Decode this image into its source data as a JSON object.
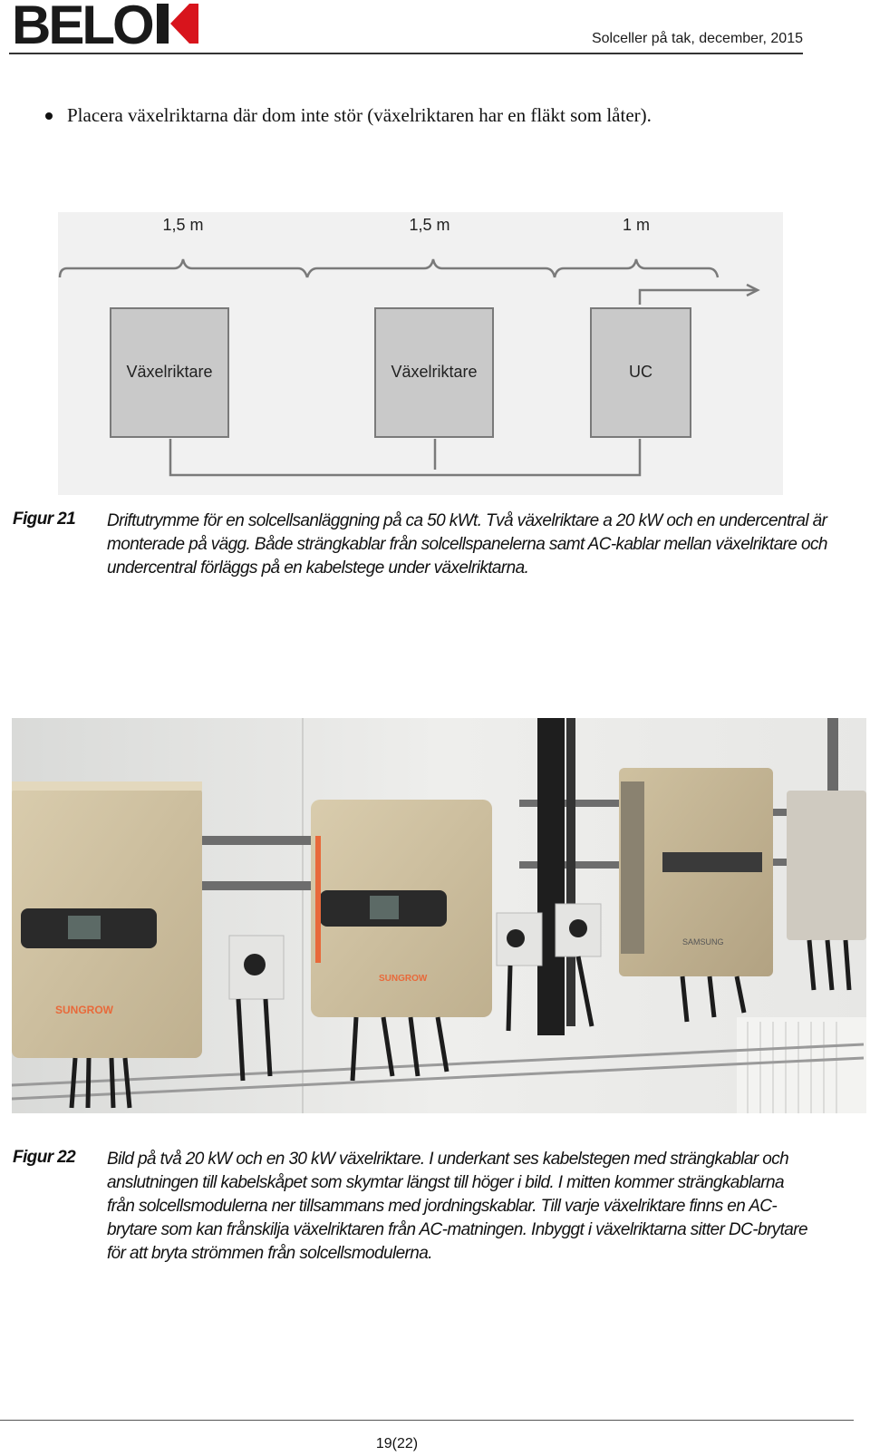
{
  "header": {
    "logo_text": "BELOK",
    "title": "Solceller på tak, december, 2015"
  },
  "bullet": {
    "text": "Placera växelriktarna där dom inte stör (växelriktaren har en fläkt som låter)."
  },
  "figure21": {
    "label": "Figur 21",
    "caption": "Driftutrymme för en solcellsanläggning på ca 50 kWt. Två växelriktare a 20 kW och en undercentral är monterade på vägg. Både strängkablar från solcellspanelerna samt AC-kablar mellan växelriktare och undercentral förläggs på en kabelstege under växelriktarna.",
    "distances": [
      "1,5 m",
      "1,5 m",
      "1 m"
    ],
    "boxes": [
      "Växelriktare",
      "Växelriktare",
      "UC"
    ]
  },
  "figure22": {
    "label": "Figur 22",
    "caption": "Bild på två 20 kW och en 30 kW växelriktare. I underkant ses kabelstegen med strängkablar och anslutningen till kabelskåpet som skymtar längst till höger i bild. I mitten kommer strängkablarna från solcellsmodulerna ner tillsammans med jordningskablar. Till varje växelriktare finns en AC-brytare som kan frånskilja växelriktaren från AC-matningen. Inbyggt i växelriktarna sitter DC-brytare för att bryta strömmen från solcellsmodulerna.",
    "photo_brand_1": "SUNGROW",
    "photo_brand_2": "SUNGROW",
    "photo_brand_3": "SAMSUNG"
  },
  "footer": {
    "page_number": "19(22)"
  },
  "colors": {
    "diagram_bg": "#f1f1f1",
    "box_fill": "#c9c9c9",
    "box_stroke": "#7a7a7a",
    "logo": "#1a1a1a",
    "logo_accent": "#d8141c",
    "inverter_beige": "#cdbf9f",
    "sungrow_orange": "#e8693a"
  }
}
